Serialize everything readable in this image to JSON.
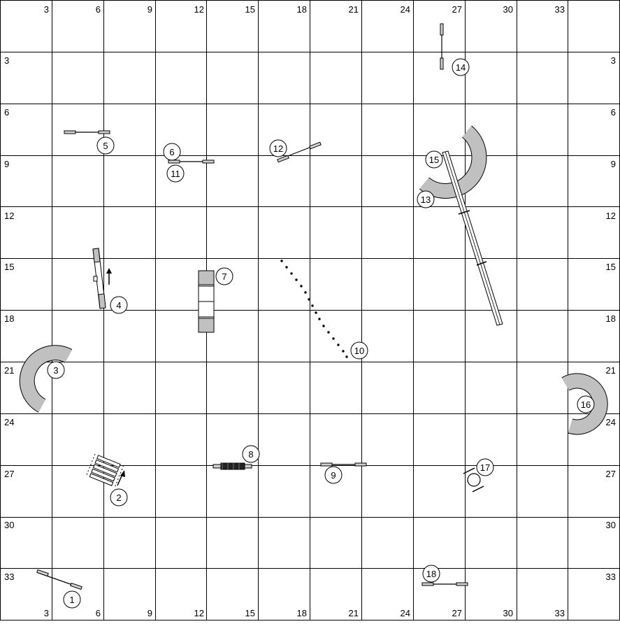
{
  "grid": {
    "cols": 12,
    "rows": 12,
    "line_color": "#000000",
    "background": "#ffffff",
    "top_labels": [
      "3",
      "6",
      "9",
      "12",
      "15",
      "18",
      "21",
      "24",
      "27",
      "30",
      "33"
    ],
    "bottom_labels": [
      "3",
      "6",
      "9",
      "12",
      "15",
      "18",
      "21",
      "24",
      "27",
      "30",
      "33"
    ],
    "left_labels": [
      "3",
      "6",
      "9",
      "12",
      "15",
      "18",
      "21",
      "24",
      "27",
      "30",
      "33"
    ],
    "right_labels": [
      "3",
      "6",
      "9",
      "12",
      "15",
      "18",
      "21",
      "24",
      "27",
      "30",
      "33"
    ]
  },
  "obstacles": [
    {
      "label": "1",
      "kind": "jump"
    },
    {
      "label": "2",
      "kind": "tire-ladder"
    },
    {
      "label": "3",
      "kind": "tunnel"
    },
    {
      "label": "4",
      "kind": "seesaw"
    },
    {
      "label": "5",
      "kind": "jump"
    },
    {
      "label": "6",
      "kind": "jump"
    },
    {
      "label": "7",
      "kind": "table"
    },
    {
      "label": "8",
      "kind": "wall"
    },
    {
      "label": "9",
      "kind": "jump"
    },
    {
      "label": "10",
      "kind": "weave-poles"
    },
    {
      "label": "11",
      "kind": "jump"
    },
    {
      "label": "12",
      "kind": "jump"
    },
    {
      "label": "13",
      "kind": "tunnel"
    },
    {
      "label": "14",
      "kind": "jump"
    },
    {
      "label": "15",
      "kind": "dog-walk"
    },
    {
      "label": "16",
      "kind": "tunnel"
    },
    {
      "label": "17",
      "kind": "tire"
    },
    {
      "label": "18",
      "kind": "jump"
    }
  ],
  "colors": {
    "tunnel_fill": "#c0c0c0",
    "table_fill": "#c0c0c0",
    "stroke": "#000000"
  }
}
